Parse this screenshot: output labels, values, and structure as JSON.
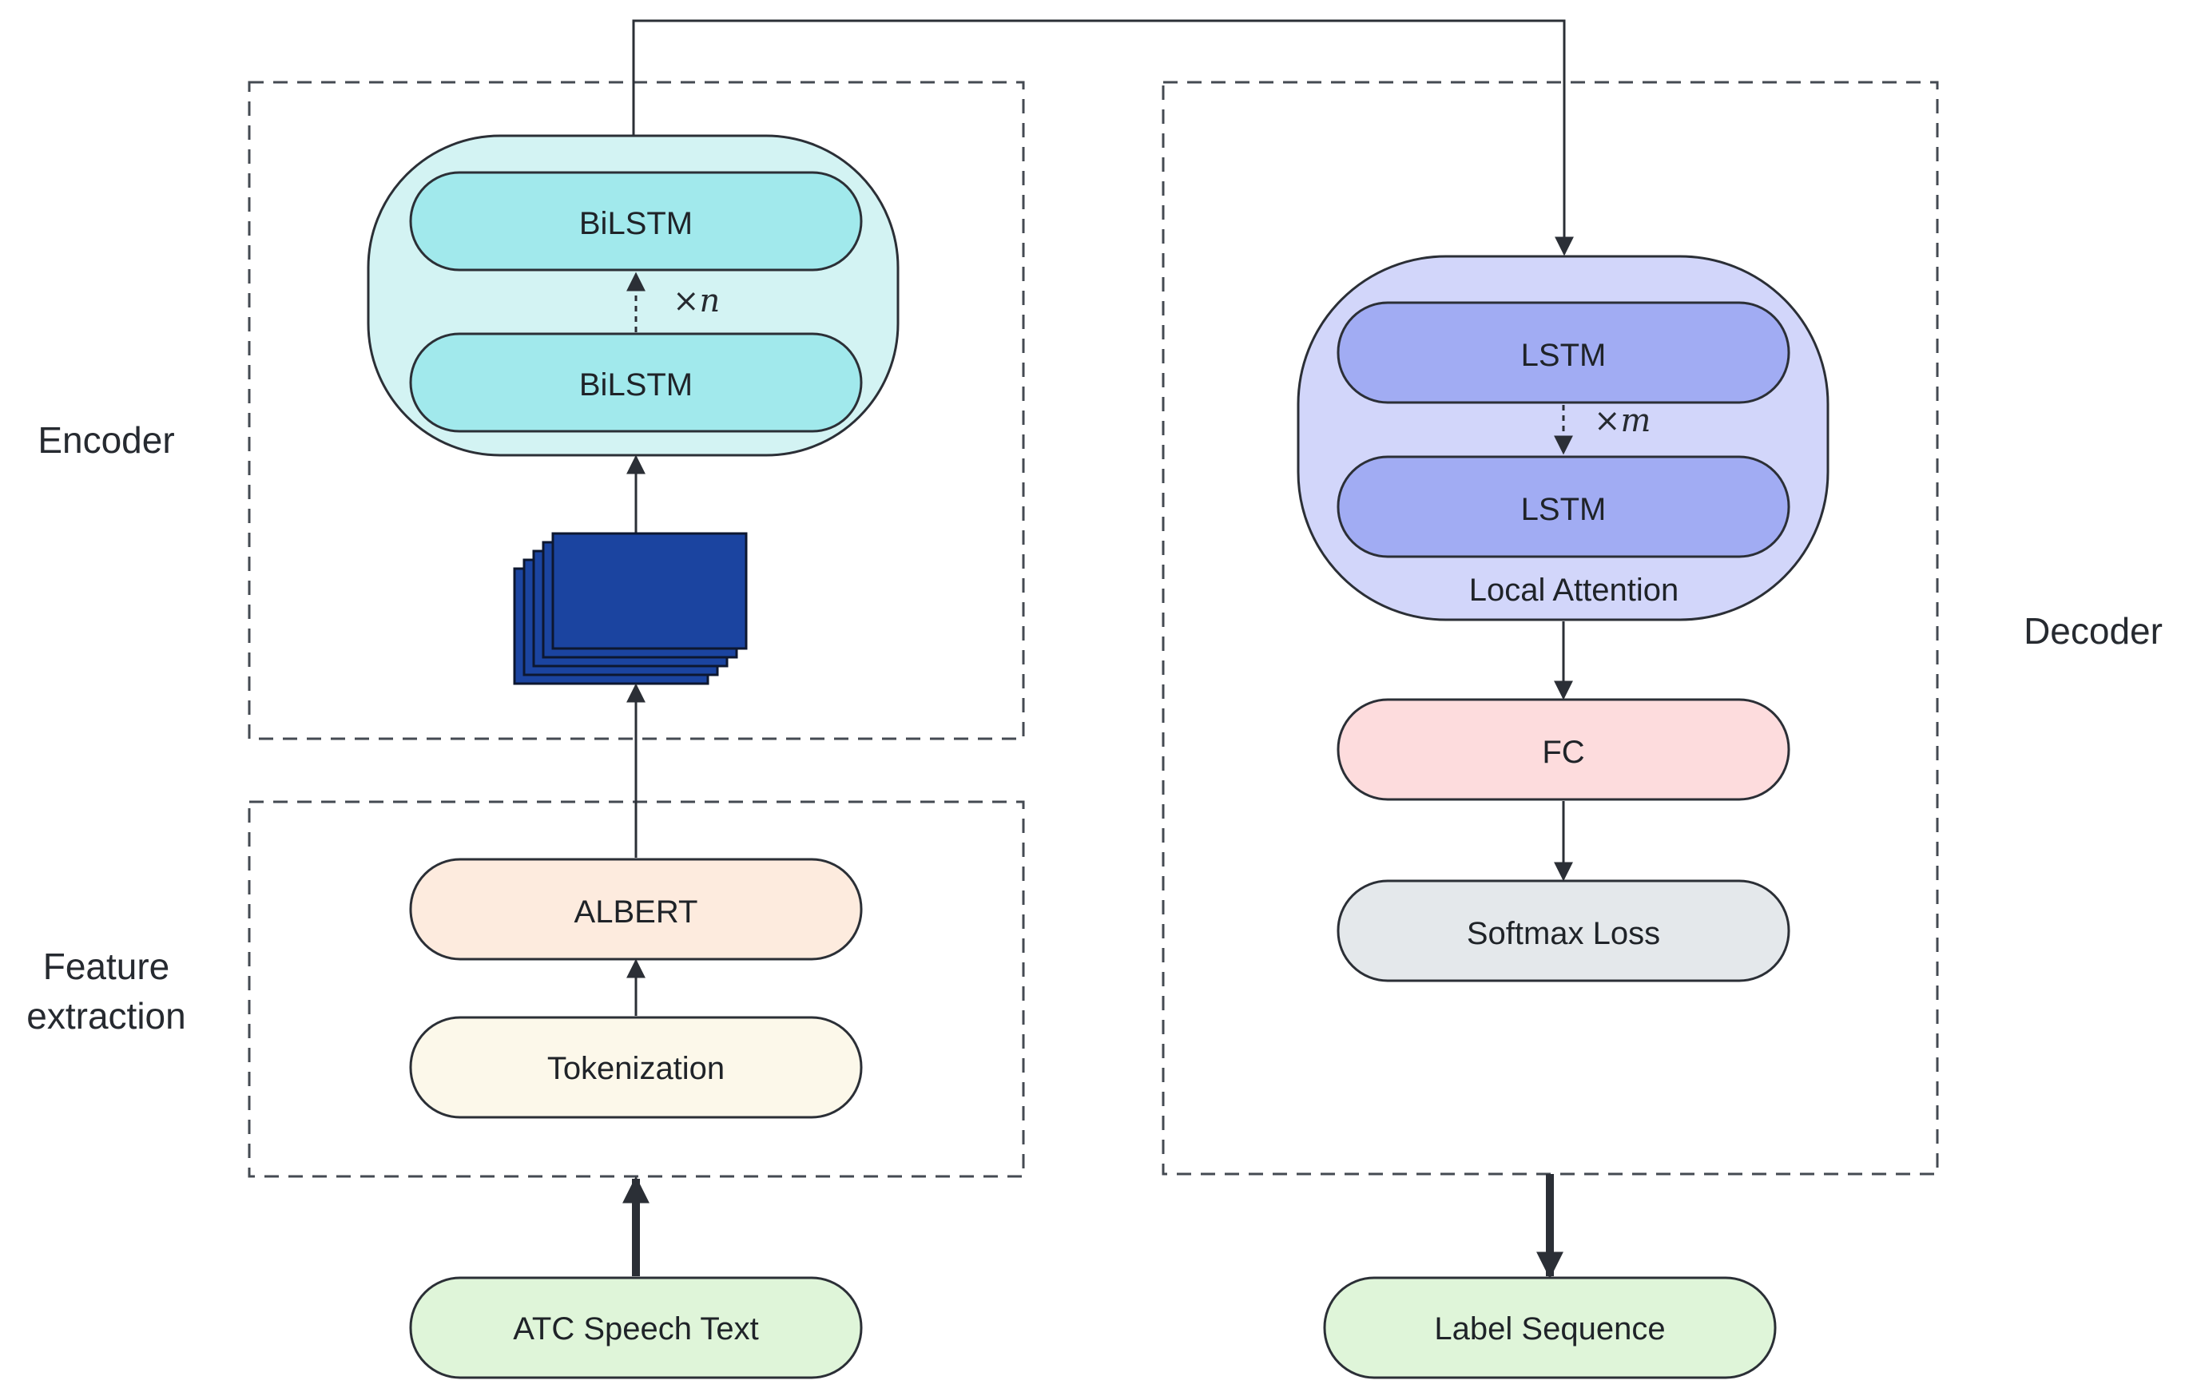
{
  "labels": {
    "encoder": "Encoder",
    "feature_extraction_line1": "Feature",
    "feature_extraction_line2": "extraction",
    "decoder": "Decoder"
  },
  "encoder": {
    "bilstm_top": "BiLSTM",
    "bilstm_bottom": "BiLSTM",
    "repeat": "×n"
  },
  "feature_extraction": {
    "albert": "ALBERT",
    "tokenization": "Tokenization"
  },
  "input": {
    "label": "ATC Speech Text"
  },
  "decoder": {
    "lstm_top": "LSTM",
    "lstm_bottom": "LSTM",
    "repeat": "×m",
    "attention": "Local Attention",
    "fc": "FC",
    "softmax": "Softmax Loss"
  },
  "output": {
    "label": "Label Sequence"
  },
  "colors": {
    "encoder_outer": "#d3f3f3",
    "bilstm": "#a1e9ec",
    "decoder_outer": "#d2d6fa",
    "lstm": "#a1acf3",
    "albert": "#fdebde",
    "tokenization": "#fcf8ea",
    "fc": "#fddcdd",
    "softmax": "#e4e8eb",
    "io": "#dff5d9",
    "embedding": "#1b44a0"
  }
}
